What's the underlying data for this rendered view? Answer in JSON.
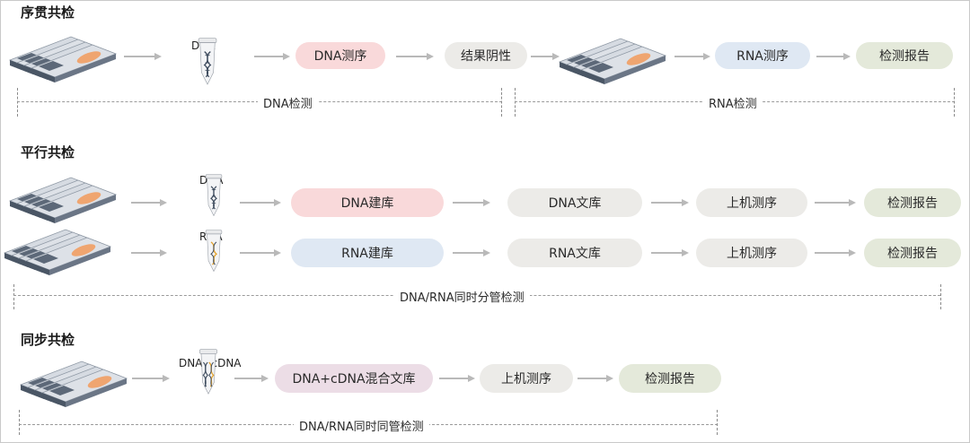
{
  "sections": {
    "sequential": {
      "title": "序贯共检",
      "dna_tube_label": "DNA",
      "step_dna_seq": "DNA测序",
      "step_negative": "结果阴性",
      "step_rna_seq": "RNA测序",
      "step_report": "检测报告",
      "span_dna": "DNA检测",
      "span_rna": "RNA检测"
    },
    "parallel": {
      "title": "平行共检",
      "dna_tube_label": "DNA",
      "rna_tube_label": "RNA",
      "dna_build": "DNA建库",
      "dna_library": "DNA文库",
      "dna_sequencing": "上机测序",
      "dna_report": "检测报告",
      "rna_build": "RNA建库",
      "rna_library": "RNA文库",
      "rna_sequencing": "上机测序",
      "rna_report": "检测报告",
      "span_label": "DNA/RNA同时分管检测"
    },
    "synchronous": {
      "title": "同步共检",
      "tube_label": "DNA+cDNA",
      "mixed_library": "DNA+cDNA混合文库",
      "sequencing": "上机测序",
      "report": "检测报告",
      "span_label": "DNA/RNA同时同管检测"
    }
  },
  "colors": {
    "pink_pill": "#f9d9da",
    "blue_pill": "#dfe8f3",
    "gray_pill": "#ecebe8",
    "green_pill": "#e4e9da",
    "lavender_pill": "#ecdde6",
    "arrow": "#b9b9b9",
    "slide_base": "#4f5c6b",
    "slide_glass": "#d8dde4",
    "tissue": "#f08a4b"
  }
}
